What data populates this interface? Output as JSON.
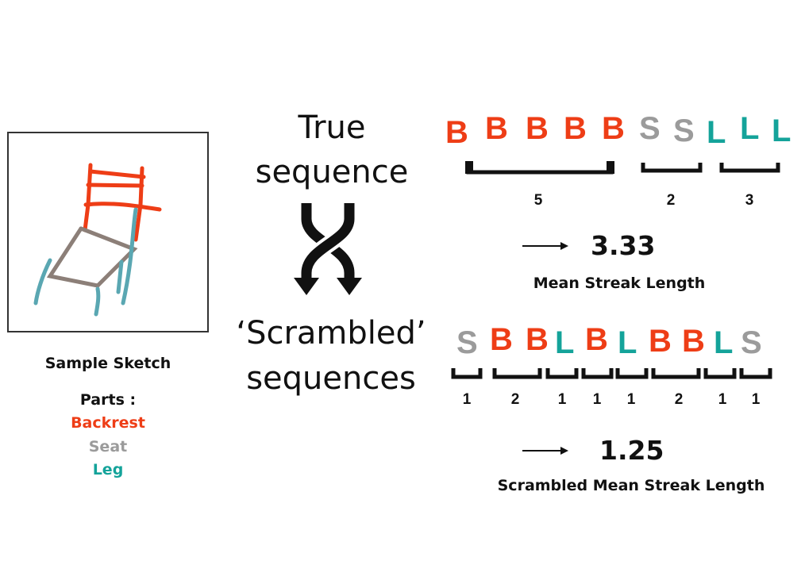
{
  "colors": {
    "backrest": "#ee3d16",
    "seat": "#9b9b9b",
    "leg": "#14a39a",
    "sketch_backrest": "#ee3d16",
    "sketch_seat": "#8c7f78",
    "sketch_leg": "#5aa7b2"
  },
  "sketch": {
    "caption": "Sample Sketch",
    "parts_title": "Parts :",
    "parts": [
      {
        "label": "Backrest",
        "color": "#ee3d16"
      },
      {
        "label": "Seat",
        "color": "#9b9b9b"
      },
      {
        "label": "Leg",
        "color": "#14a39a"
      }
    ]
  },
  "middle": {
    "true_line1": "True",
    "true_line2": "sequence",
    "scrambled_line1": "‘Scrambled’",
    "scrambled_line2": "sequences"
  },
  "true_sequence": {
    "letters": [
      {
        "ch": "B",
        "part": "backrest"
      },
      {
        "ch": "B",
        "part": "backrest"
      },
      {
        "ch": "B",
        "part": "backrest"
      },
      {
        "ch": "B",
        "part": "backrest"
      },
      {
        "ch": "B",
        "part": "backrest"
      },
      {
        "ch": "S",
        "part": "seat"
      },
      {
        "ch": "S",
        "part": "seat"
      },
      {
        "ch": "L",
        "part": "leg"
      },
      {
        "ch": "L",
        "part": "leg"
      },
      {
        "ch": "L",
        "part": "leg"
      }
    ],
    "streaks": [
      "5",
      "2",
      "3"
    ],
    "mean_value": "3.33",
    "mean_label": "Mean Streak Length"
  },
  "scrambled_sequence": {
    "letters": [
      {
        "ch": "S",
        "part": "seat"
      },
      {
        "ch": "B",
        "part": "backrest"
      },
      {
        "ch": "B",
        "part": "backrest"
      },
      {
        "ch": "L",
        "part": "leg"
      },
      {
        "ch": "B",
        "part": "backrest"
      },
      {
        "ch": "L",
        "part": "leg"
      },
      {
        "ch": "B",
        "part": "backrest"
      },
      {
        "ch": "B",
        "part": "backrest"
      },
      {
        "ch": "L",
        "part": "leg"
      },
      {
        "ch": "S",
        "part": "seat"
      }
    ],
    "streaks": [
      "1",
      "2",
      "1",
      "1",
      "1",
      "2",
      "1",
      "1"
    ],
    "mean_value": "1.25",
    "mean_label": "Scrambled Mean Streak Length"
  }
}
